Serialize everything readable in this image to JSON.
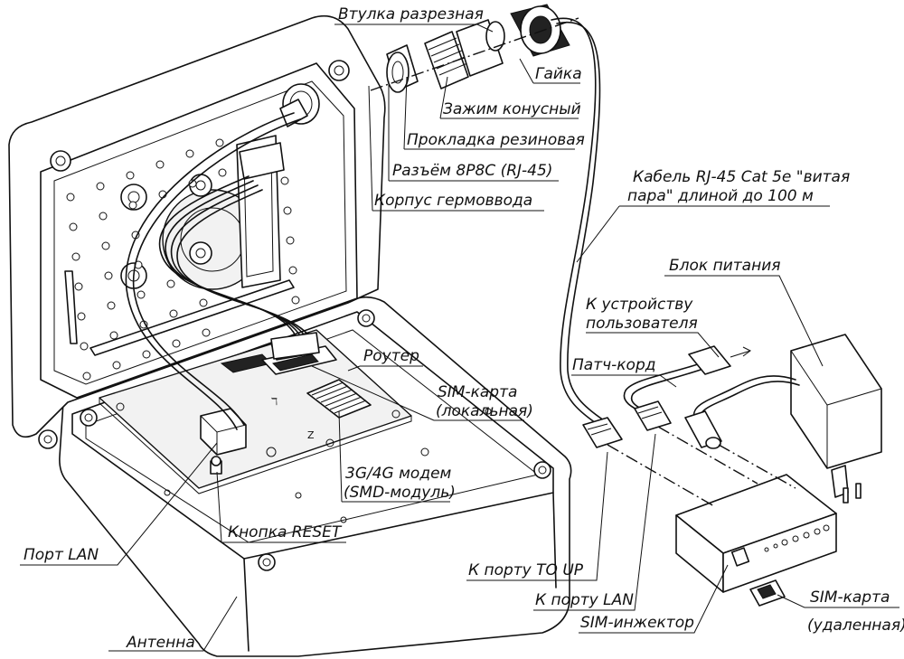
{
  "labels": {
    "split_bushing": "Втулка разрезная",
    "nut": "Гайка",
    "cone_clamp": "Зажим конусный",
    "rubber_gasket": "Прокладка резиновая",
    "connector": "Разъём 8Р8С (RJ-45)",
    "gland_body": "Корпус гермоввода",
    "cable_line1": "Кабель RJ-45 Cat 5e \"витая",
    "cable_line2": "пара\" длиной до 100 м",
    "power_supply": "Блок питания",
    "user_device_line1": "К устройству",
    "user_device_line2": "пользователя",
    "patch_cord": "Патч-корд",
    "router": "Роутер",
    "sim_local_line1": "SIM-карта",
    "sim_local_line2": "(локальная)",
    "modem_line1": "3G/4G модем",
    "modem_line2": "(SMD-модуль)",
    "reset_button": "Кнопка RESET",
    "lan_port": "Порт LAN",
    "to_up_port": "К порту TO UP",
    "to_lan_port": "К порту LAN",
    "sim_injector": "SIM-инжектор",
    "sim_remote_line1": "SIM-карта",
    "sim_remote_line2": "(удаленная)",
    "antenna": "Антенна"
  }
}
